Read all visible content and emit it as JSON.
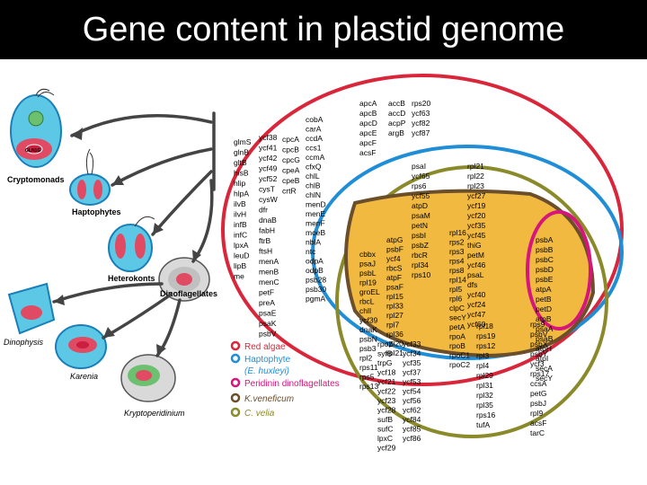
{
  "title": "Gene content in plastid genome",
  "colors": {
    "red": "#d9263a",
    "blue": "#1f8ed6",
    "magenta": "#d6167a",
    "brown": "#6b4e2a",
    "olive": "#8a8a2a",
    "orange_fill": "#f2b940",
    "cyan_cell": "#5cc8e6"
  },
  "organisms": [
    {
      "name": "Cryptomonads",
      "style": "bold"
    },
    {
      "name": "Haptophytes",
      "style": "bold"
    },
    {
      "name": "Heterokonts",
      "style": "bold"
    },
    {
      "name": "Dinoflagellates",
      "style": "bold"
    },
    {
      "name": "Dinophysis",
      "style": "italic"
    },
    {
      "name": "Karenia",
      "style": "italic"
    },
    {
      "name": "Kryptoperidinium",
      "style": "italic"
    }
  ],
  "nucleomorph_label": "GLN1G",
  "legend": [
    {
      "label": "Red algae",
      "color": "#d9263a"
    },
    {
      "label": "Haptophyte",
      "color": "#1f8ed6"
    },
    {
      "label": "(E. huxleyi)",
      "color": "#1f8ed6"
    },
    {
      "label": "Peridinin dinoflagellates",
      "color": "#d6167a"
    },
    {
      "label": "K.veneficum",
      "color": "#6b4e2a"
    },
    {
      "label": "C. velia",
      "color": "#8a8a2a"
    }
  ],
  "gene_columns": [
    {
      "genes": [
        "apcA",
        "apcB",
        "apcD",
        "apcE",
        "apcF",
        "acsF"
      ]
    },
    {
      "genes": [
        "accB",
        "accD",
        "acpP",
        "argB"
      ]
    },
    {
      "genes": [
        "rps20",
        "ycf63",
        "ycf82",
        "ycf87"
      ]
    },
    {
      "genes": [
        "cobA",
        "carA",
        "ccdA",
        "ccs1",
        "ccmA",
        "cfxQ",
        "chlL",
        "chlB",
        "chlN",
        "menD",
        "menE",
        "menF",
        "moeB",
        "nblA",
        "ntc",
        "odpA",
        "odpB",
        "psb28",
        "psb30",
        "pgmA"
      ]
    },
    {
      "genes": [
        "glmS",
        "glnB",
        "gltB",
        "hisB",
        "hlip",
        "hlpA",
        "ilvB",
        "ilvH",
        "infB",
        "infC",
        "lpxA",
        "leuD",
        "lipB",
        "me"
      ]
    },
    {
      "genes": [
        "ycf38",
        "ycf41",
        "ycf42",
        "ycf49",
        "ycf52",
        "cysT",
        "cysW",
        "dfr",
        "dnaB",
        "fabH",
        "ftrB",
        "ftsH",
        "menA",
        "menB",
        "menC",
        "petF",
        "preA",
        "psaE",
        "psaK",
        "psbV"
      ]
    },
    {
      "genes": [
        "cpcA",
        "cpcB",
        "cpcG",
        "cpeA",
        "cpeB",
        "crtR"
      ]
    },
    {
      "genes": [
        "psaI",
        "ycf65",
        "rps6",
        "ycf55",
        "atpD",
        "psaM",
        "petN",
        "psbI",
        "psbZ",
        "rbcR",
        "rpl34",
        "rps10"
      ]
    },
    {
      "genes": [
        "rpl21",
        "rpl22",
        "rpl23",
        "ycf27",
        "ycf19",
        "ycf20",
        "ycf35",
        "ycf45",
        "thiG",
        "petM",
        "ycf46",
        "psaL",
        "dfs",
        "ycf40",
        "ycf24",
        "ycf47",
        "ycf60"
      ]
    },
    {
      "genes": [
        "atpG",
        "psbF",
        "ycf4",
        "rbcS",
        "atpF",
        "psaF",
        "rpl15",
        "rpl33",
        "rpl27",
        "rpl7",
        "rpl36",
        "rpl20",
        "rpl21"
      ]
    },
    {
      "genes": [
        "cbbx",
        "psaJ",
        "psbL",
        "rpl19",
        "groEL",
        "rbcL",
        "chlI",
        "ycf39",
        "dnaK",
        "psbN",
        "psb3",
        "rpl2",
        "rps11",
        "rps5",
        "rps13"
      ]
    },
    {
      "genes": [
        "rpl16",
        "rps2",
        "rps3",
        "rps4",
        "rps8",
        "rpl14",
        "rpl5",
        "rpl6",
        "clpC",
        "secY",
        "petA",
        "rpoA",
        "rpoB",
        "rpoC1",
        "rpoC2"
      ]
    },
    {
      "genes": [
        "psbA",
        "psbB",
        "psbC",
        "psbD",
        "psbE",
        "atpA",
        "petB",
        "petD",
        "atpB",
        "psaA",
        "psaB",
        "atpH",
        "atpI",
        "secA",
        "secY"
      ]
    },
    {
      "genes": [
        "rpl18",
        "rps19",
        "rps12",
        "rpl3",
        "rpl4",
        "rpl29",
        "rpl31",
        "rpl32",
        "rpl35",
        "rps16",
        "tufA"
      ]
    },
    {
      "genes": [
        "rpoZ",
        "syfB",
        "trpG",
        "ycf18",
        "ycf21",
        "ycf22",
        "ycf23",
        "ycf28",
        "sufB",
        "sufC",
        "lpxC",
        "ycf29",
        "ycf33",
        "ycf34",
        "ycf35",
        "ycf37",
        "ycf53",
        "ycf54",
        "ycf56",
        "ycf62",
        "ycf84",
        "ycf85",
        "ycf86"
      ]
    },
    {
      "genes": [
        "rps9",
        "psbV",
        "psbX",
        "psbY",
        "ycf3",
        "rps17",
        "ccsA",
        "petG",
        "psbJ",
        "rpl9",
        "acsF",
        "tarC"
      ]
    }
  ]
}
